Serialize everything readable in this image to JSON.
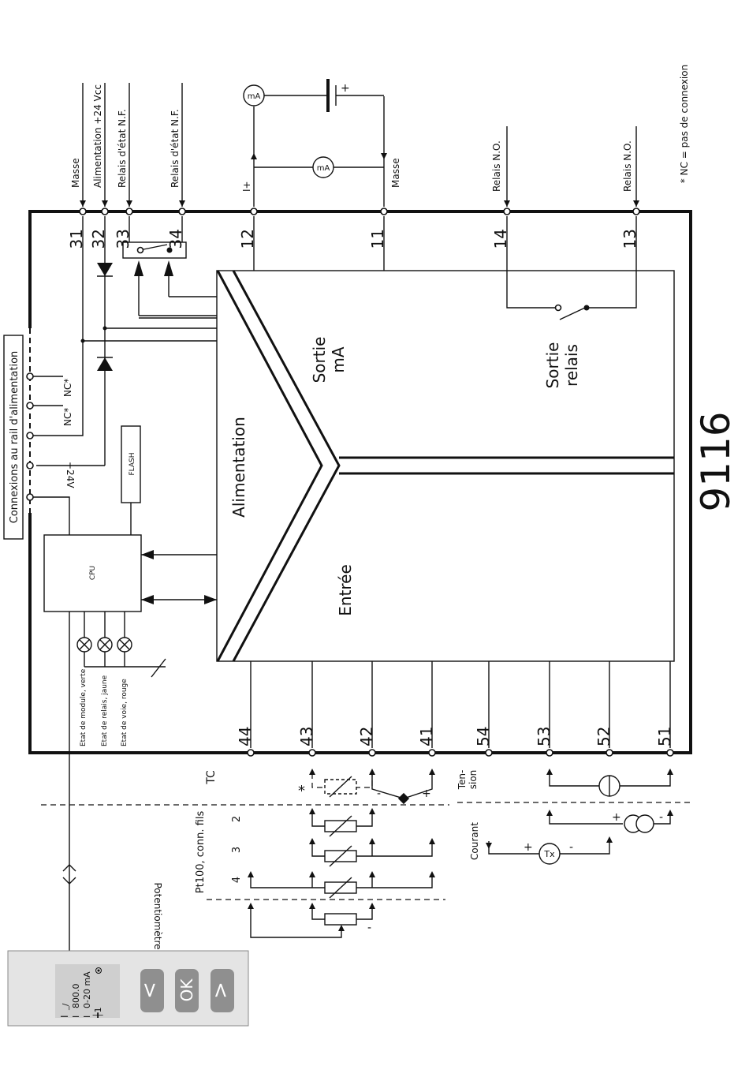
{
  "model": "9116",
  "note": "* NC = pas de connexion",
  "rail_title": "Connexions au rail d'alimentation",
  "rail_labels": {
    "nc": "NC*",
    "v24": "+24V"
  },
  "top_terminals": [
    {
      "num": "31",
      "label": "Masse"
    },
    {
      "num": "32",
      "label": "Alimentation +24 Vcc"
    },
    {
      "num": "33",
      "label": "Relais d'état N.F."
    },
    {
      "num": "34",
      "label": "Relais d'état N.F."
    },
    {
      "num": "12",
      "label": "I+"
    },
    {
      "num": "11",
      "label": "Masse"
    },
    {
      "num": "14",
      "label": "Relais N.O."
    },
    {
      "num": "13",
      "label": "Relais N.O."
    }
  ],
  "bottom_terminals": [
    "44",
    "43",
    "42",
    "41",
    "54",
    "53",
    "52",
    "51"
  ],
  "blocks": {
    "sortie_ma": [
      "Sortie",
      "mA"
    ],
    "sortie_relais": [
      "Sortie",
      "relais"
    ],
    "alimentation": "Alimentation",
    "entree": "Entrée",
    "cpu": "CPU",
    "flash": "FLASH"
  },
  "meter_label": "mA",
  "leds": [
    "Etat de module, verte",
    "Etat de relais, jaune",
    "Etat de voie, rouge"
  ],
  "inputs": {
    "tc": "TC",
    "pt100": "Pt100, conn. fils",
    "wires": [
      "2",
      "3",
      "4"
    ],
    "potentiometre": "Potentiomètre",
    "tension": [
      "Ten-",
      "sion"
    ],
    "courant": "Courant",
    "tx": "Tx"
  },
  "display": {
    "line1": "800.0",
    "line2": "0-20 mA",
    "btn_left": "<",
    "btn_ok": "OK",
    "btn_right": ">"
  }
}
